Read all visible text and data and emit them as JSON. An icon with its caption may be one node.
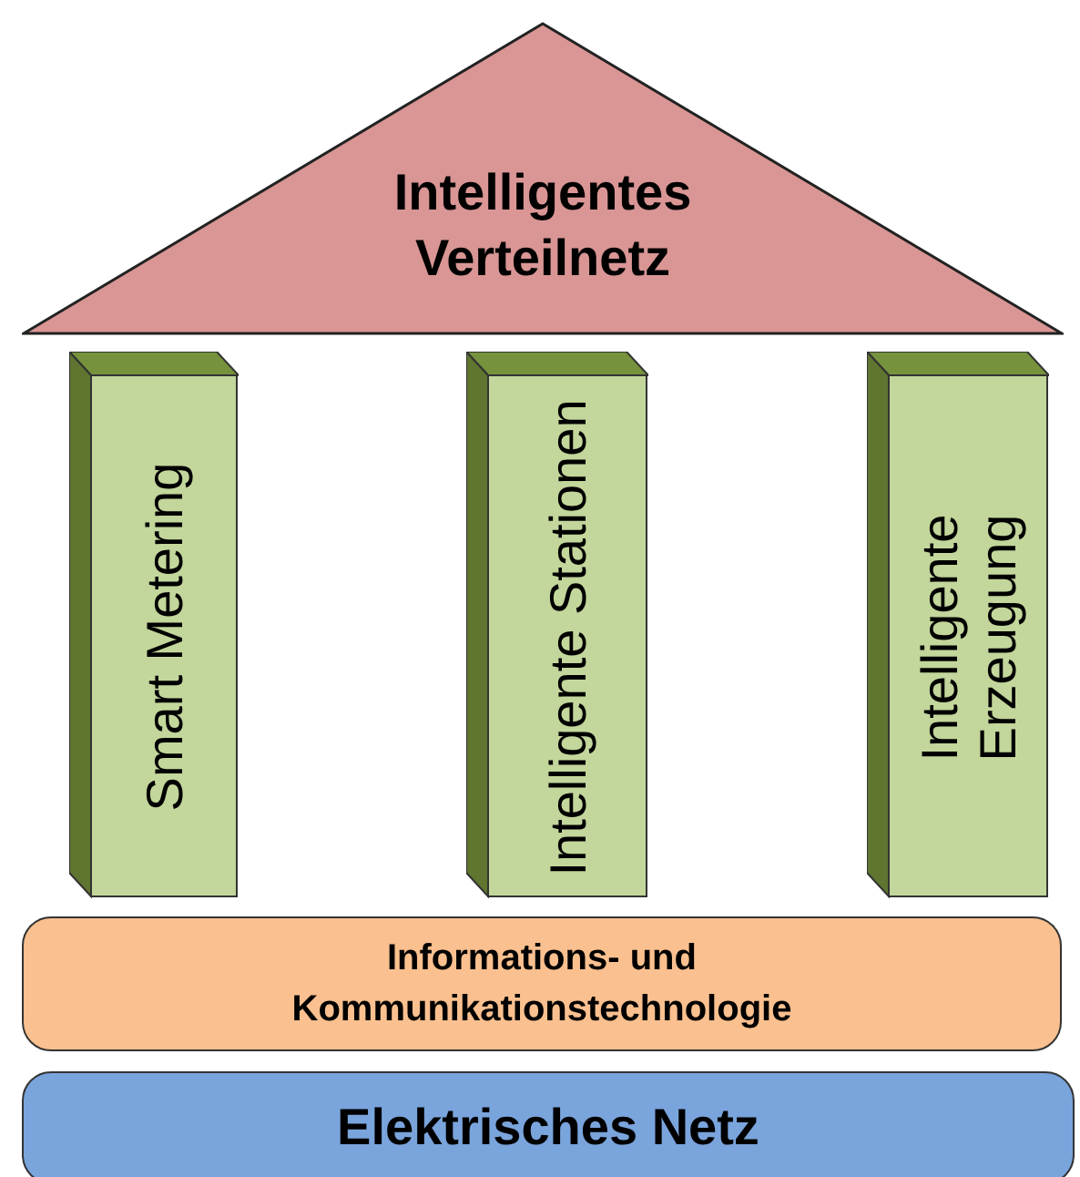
{
  "diagram": {
    "nodes": [
      {
        "text": [
          "Intelligentes Verteilnetz"
        ]
      },
      {
        "text": [
          "Smart Metering"
        ]
      },
      {
        "text": [
          "Intelligente Stationen"
        ]
      },
      {
        "text": [
          "Intelligente Erzeugung"
        ]
      },
      {
        "text": [
          "Informations- und Kommunikationstechnologie"
        ]
      },
      {
        "text": [
          "Elektrisches Netz"
        ]
      }
    ]
  }
}
